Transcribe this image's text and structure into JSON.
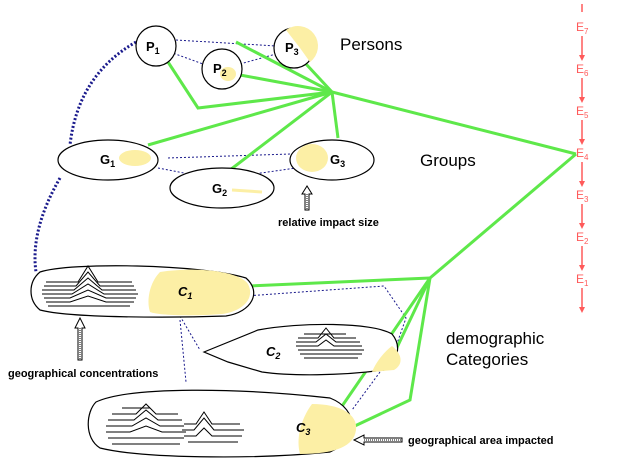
{
  "colors": {
    "green": "#5ee84a",
    "red": "#ff5a5a",
    "yellow": "#fcefa5",
    "navy": "#1a1a8c",
    "ink": "#000000"
  },
  "persons": {
    "label": "Persons",
    "nodes": [
      {
        "main": "P",
        "sub": "1"
      },
      {
        "main": "P",
        "sub": "2"
      },
      {
        "main": "P",
        "sub": "3"
      }
    ]
  },
  "groups": {
    "label": "Groups",
    "nodes": [
      {
        "main": "G",
        "sub": "1"
      },
      {
        "main": "G",
        "sub": "2"
      },
      {
        "main": "G",
        "sub": "3"
      }
    ],
    "impact_note": "relative impact size"
  },
  "categories": {
    "label_line1": "demographic",
    "label_line2": "Categories",
    "nodes": [
      {
        "main": "C",
        "sub": "1"
      },
      {
        "main": "C",
        "sub": "2"
      },
      {
        "main": "C",
        "sub": "3"
      }
    ],
    "concentrations_note": "geographical concentrations",
    "area_note": "geographical area impacted"
  },
  "events": [
    {
      "main": "E",
      "sub": "7"
    },
    {
      "main": "E",
      "sub": "6"
    },
    {
      "main": "E",
      "sub": "5"
    },
    {
      "main": "E",
      "sub": "4"
    },
    {
      "main": "E",
      "sub": "3"
    },
    {
      "main": "E",
      "sub": "2"
    },
    {
      "main": "E",
      "sub": "1"
    }
  ]
}
